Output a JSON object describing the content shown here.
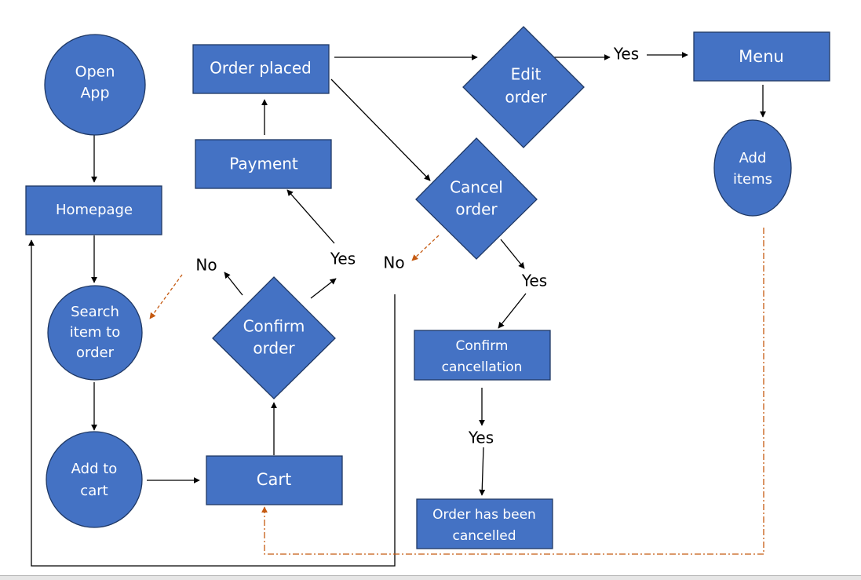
{
  "title": "Food ordering app flowchart",
  "colors": {
    "node_fill": "#4472C4",
    "node_stroke": "#1F3864",
    "arrow": "#000000",
    "dashed_arrow": "#C55A11",
    "background": "#FFFFFF"
  },
  "nodes": {
    "open_app": {
      "shape": "circle",
      "lines": [
        "Open",
        "App"
      ]
    },
    "homepage": {
      "shape": "rectangle",
      "lines": [
        "Homepage"
      ]
    },
    "search_item": {
      "shape": "circle",
      "lines": [
        "Search",
        "item to",
        "order"
      ]
    },
    "add_to_cart": {
      "shape": "circle",
      "lines": [
        "Add to",
        "cart"
      ]
    },
    "cart": {
      "shape": "rectangle",
      "lines": [
        "Cart"
      ]
    },
    "confirm_order": {
      "shape": "diamond",
      "lines": [
        "Confirm",
        "order"
      ]
    },
    "payment": {
      "shape": "rectangle",
      "lines": [
        "Payment"
      ]
    },
    "order_placed": {
      "shape": "rectangle",
      "lines": [
        "Order placed"
      ]
    },
    "edit_order": {
      "shape": "diamond",
      "lines": [
        "Edit",
        "order"
      ]
    },
    "menu": {
      "shape": "rectangle",
      "lines": [
        "Menu"
      ]
    },
    "add_items": {
      "shape": "circle",
      "lines": [
        "Add",
        "items"
      ]
    },
    "cancel_order": {
      "shape": "diamond",
      "lines": [
        "Cancel",
        "order"
      ]
    },
    "confirm_cancellation": {
      "shape": "rectangle",
      "lines": [
        "Confirm",
        "cancellation"
      ]
    },
    "order_cancelled": {
      "shape": "rectangle",
      "lines": [
        "Order has been",
        "cancelled"
      ]
    }
  },
  "edge_labels": {
    "confirm_no": "No",
    "confirm_yes": "Yes",
    "edit_yes": "Yes",
    "cancel_no": "No",
    "cancel_yes": "Yes",
    "cancellation_yes": "Yes"
  },
  "edges": [
    {
      "from": "Open App",
      "to": "Homepage",
      "style": "solid"
    },
    {
      "from": "Homepage",
      "to": "Search item to order",
      "style": "solid"
    },
    {
      "from": "Search item to order",
      "to": "Add to cart",
      "style": "solid"
    },
    {
      "from": "Add to cart",
      "to": "Cart",
      "style": "solid"
    },
    {
      "from": "Cart",
      "to": "Confirm order",
      "style": "solid"
    },
    {
      "from": "Confirm order",
      "to": "Payment",
      "label": "Yes",
      "style": "solid"
    },
    {
      "from": "Confirm order",
      "to": "Search item to order",
      "label": "No",
      "style": "dashed"
    },
    {
      "from": "Payment",
      "to": "Order placed",
      "style": "solid"
    },
    {
      "from": "Order placed",
      "to": "Edit order",
      "style": "solid"
    },
    {
      "from": "Order placed",
      "to": "Cancel order",
      "style": "solid"
    },
    {
      "from": "Edit order",
      "to": "Menu",
      "label": "Yes",
      "style": "solid"
    },
    {
      "from": "Menu",
      "to": "Add items",
      "style": "solid"
    },
    {
      "from": "Add items",
      "to": "Cart",
      "style": "dash-dot"
    },
    {
      "from": "Cancel order",
      "to": "Homepage",
      "label": "No",
      "style": "dashed+solid"
    },
    {
      "from": "Cancel order",
      "to": "Confirm cancellation",
      "label": "Yes",
      "style": "solid"
    },
    {
      "from": "Confirm cancellation",
      "to": "Order has been cancelled",
      "label": "Yes",
      "style": "solid"
    }
  ]
}
